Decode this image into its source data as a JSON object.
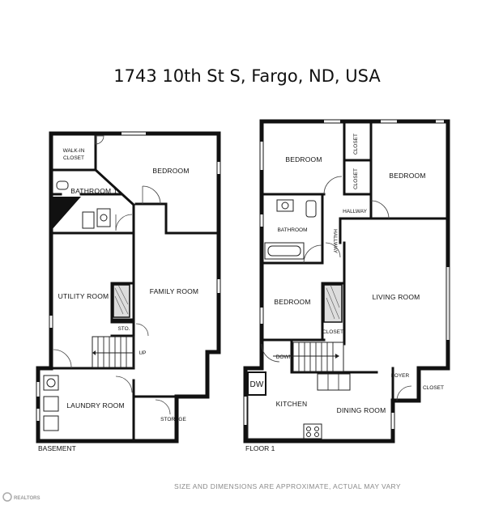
{
  "title": "1743 10th St S, Fargo, ND, USA",
  "disclaimer": "SIZE AND DIMENSIONS ARE APPROXIMATE, ACTUAL MAY VARY",
  "logo_text": "REALTORS",
  "floors": {
    "basement": {
      "label": "BASEMENT",
      "rooms": {
        "walkin_line1": "WALK-IN",
        "walkin_line2": "CLOSET",
        "bedroom": "BEDROOM",
        "bathroom": "BATHROOM 1",
        "utility": "UTILITY ROOM",
        "family": "FAMILY ROOM",
        "storage_small": "STO.",
        "stairs": "UP",
        "laundry": "LAUNDRY ROOM",
        "storage": "STORAGE"
      }
    },
    "floor1": {
      "label": "FLOOR 1",
      "rooms": {
        "bedroom_a": "BEDROOM",
        "closet_a": "CLOSET",
        "closet_b": "CLOSET",
        "bedroom_b": "BEDROOM",
        "bathroom": "BATHROOM",
        "hallway_h": "HALLWAY",
        "hallway_v": "HALLWAY",
        "bedroom_c": "BEDROOM",
        "closet_c": "CLOSET",
        "living": "LIVING ROOM",
        "stairs": "DOWN",
        "dw": "DW",
        "kitchen": "KITCHEN",
        "dining": "DINING ROOM",
        "foyer": "FOYER",
        "closet_d": "CLOSET"
      }
    }
  }
}
